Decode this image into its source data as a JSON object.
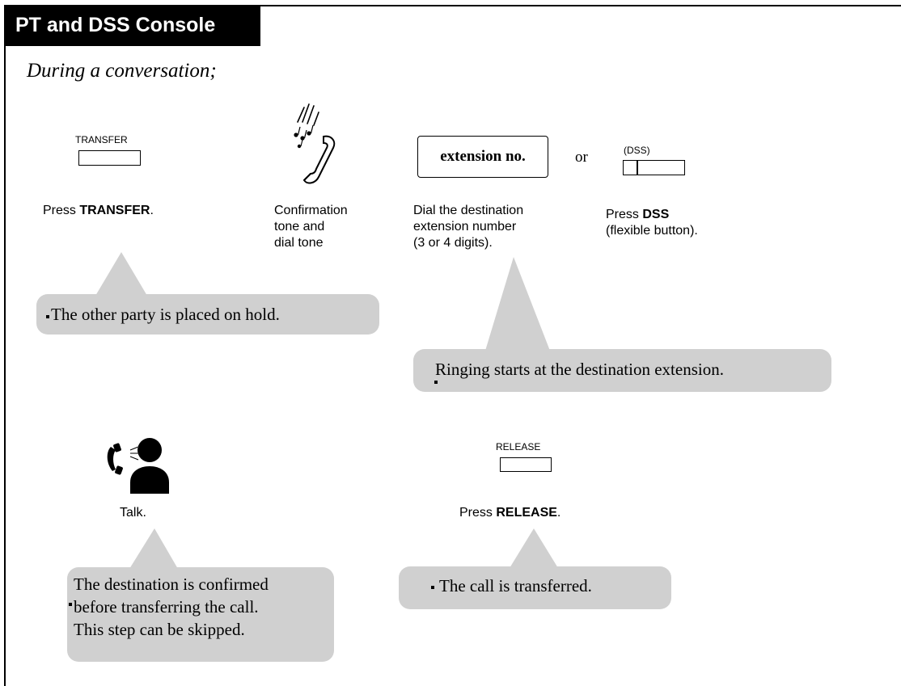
{
  "header": {
    "title": "PT and DSS Console"
  },
  "intro": "During a conversation;",
  "steps": {
    "transfer": {
      "button_label": "TRANSFER",
      "caption_prefix": "Press ",
      "caption_bold": "TRANSFER",
      "caption_suffix": "."
    },
    "tone": {
      "line1": "Confirmation",
      "line2": "tone and",
      "line3": "dial tone"
    },
    "dial": {
      "box_text": "extension no.",
      "line1": "Dial the destination",
      "line2": "extension number",
      "line3": "(3 or 4 digits)."
    },
    "or": "or",
    "dss": {
      "button_label": "(DSS)",
      "caption_prefix": "Press ",
      "caption_bold": "DSS",
      "caption_line2": "(flexible button)."
    },
    "talk": {
      "caption": "Talk."
    },
    "release": {
      "button_label": "RELEASE",
      "caption_prefix": "Press ",
      "caption_bold": "RELEASE",
      "caption_suffix": "."
    }
  },
  "notes": {
    "hold": "The other party is placed on hold.",
    "ringing": "Ringing starts at the destination extension.",
    "confirm_line1": "The destination is confirmed",
    "confirm_line2": "before transferring the call.",
    "confirm_line3": "This step can be skipped.",
    "transferred": "The call is transferred."
  }
}
